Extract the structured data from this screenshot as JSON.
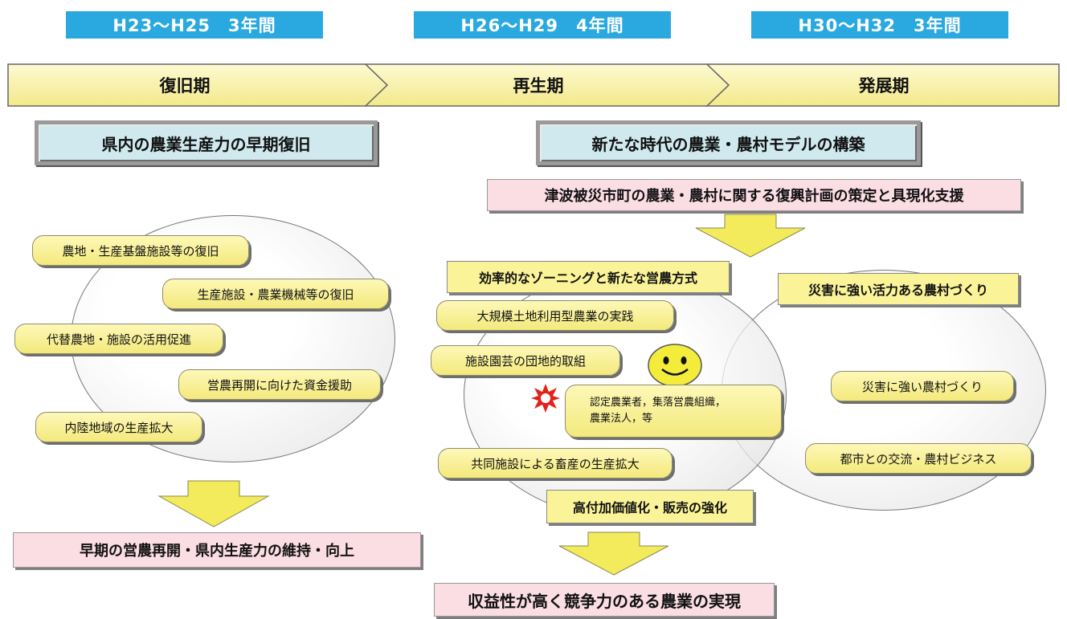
{
  "periods": [
    "H23〜H25　3年間",
    "H26〜H29　4年間",
    "H30〜H32　3年間"
  ],
  "phases": [
    "復旧期",
    "再生期",
    "発展期"
  ],
  "goals": {
    "left": "県内の農業生産力の早期復旧",
    "right": "新たな時代の農業・農村モデルの構築"
  },
  "plan_banner": "津波被災市町の農業・農村に関する復興計画の策定と具現化支援",
  "recovery_items": [
    "農地・生産基盤施設等の復旧",
    "生産施設・農業機械等の復旧",
    "代替農地・施設の活用促進",
    "営農再開に向けた資金援助",
    "内陸地域の生産拡大"
  ],
  "left_outcome": "早期の営農再開・県内生産力の維持・向上",
  "zoning": {
    "title": "効率的なゾーニングと新たな営農方式",
    "items": [
      "大規模土地利用型農業の実践",
      "施設園芸の団地的取組",
      "共同施設による畜産の生産拡大"
    ],
    "center_line1": "認定農業者，集落営農組織，",
    "center_line2": "農業法人，等"
  },
  "resilient": {
    "title": "災害に強い活力ある農村づくり",
    "items": [
      "災害に強い農村づくり",
      "都市との交流・農村ビジネス"
    ]
  },
  "value_added": "高付加価値化・販売の強化",
  "final_outcome": "収益性が高く競争力のある農業の実現",
  "icons": [
    "smiley-face-icon",
    "red-sun-star-icon"
  ],
  "colors": {
    "period_header": "#2aa9e0",
    "chevron_fill": "#fbf4a6",
    "goal_fill": "#cfe9ee",
    "pink_fill": "#fbdde4",
    "yellow_fill": "#fbf398",
    "arrow_fill": "#f3ea5c",
    "star_red": "#e0241b"
  }
}
